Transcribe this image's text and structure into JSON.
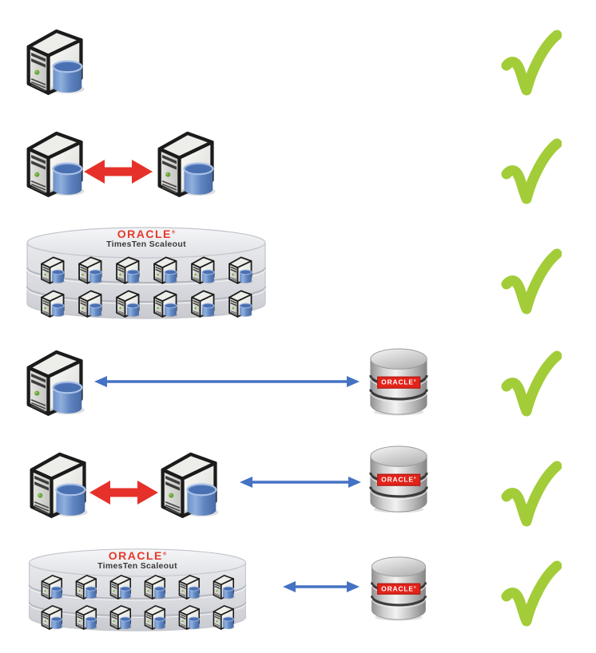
{
  "colors": {
    "check_green": "#a3cc39",
    "arrow_red": "#e5312a",
    "arrow_blue": "#4472c4",
    "oracle_red": "#e5392b",
    "badge_red": "#e2231a"
  },
  "scaleout": {
    "brand": "ORACLE",
    "brand_mark": "®",
    "subtitle": "TimesTen Scaleout",
    "node_rows": 2,
    "nodes_per_row": 6
  },
  "oracle_db": {
    "badge": "ORACLE",
    "badge_mark": "®"
  },
  "rows": [
    {
      "id": "timesten-standalone",
      "components": [
        "timesten-server"
      ],
      "status_icon": "green-check"
    },
    {
      "id": "timesten-replicated-pair",
      "components": [
        "timesten-server",
        "red-replication-arrow",
        "timesten-server"
      ],
      "status_icon": "green-check"
    },
    {
      "id": "timesten-scaleout",
      "components": [
        "timesten-scaleout-grid"
      ],
      "status_icon": "green-check"
    },
    {
      "id": "timesten-with-oracle-database",
      "components": [
        "timesten-server",
        "blue-link-arrow",
        "oracle-database"
      ],
      "status_icon": "green-check"
    },
    {
      "id": "timesten-replicated-pair-with-oracle-database",
      "components": [
        "timesten-server",
        "red-replication-arrow",
        "timesten-server",
        "blue-link-arrow",
        "oracle-database"
      ],
      "status_icon": "green-check"
    },
    {
      "id": "timesten-scaleout-with-oracle-database",
      "components": [
        "timesten-scaleout-grid",
        "blue-link-arrow",
        "oracle-database"
      ],
      "status_icon": "green-check"
    }
  ]
}
